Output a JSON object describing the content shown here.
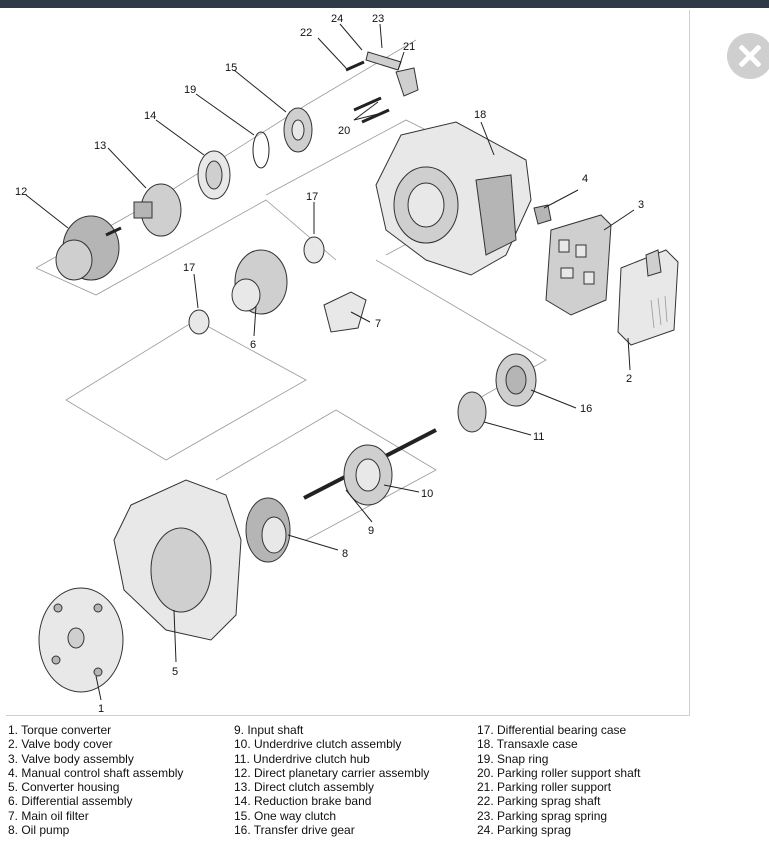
{
  "callouts": {
    "n1": "1",
    "n2": "2",
    "n3": "3",
    "n4": "4",
    "n5": "5",
    "n6": "6",
    "n7": "7",
    "n8": "8",
    "n9": "9",
    "n10": "10",
    "n11": "11",
    "n12": "12",
    "n13": "13",
    "n14": "14",
    "n15": "15",
    "n16": "16",
    "n17a": "17",
    "n17b": "17",
    "n18": "18",
    "n19": "19",
    "n20": "20",
    "n21": "21",
    "n22": "22",
    "n23": "23",
    "n24": "24"
  },
  "legend": {
    "col1": [
      "1. Torque converter",
      "2. Valve body cover",
      "3. Valve body assembly",
      "4. Manual control shaft assembly",
      "5. Converter housing",
      "6. Differential assembly",
      "7. Main oil filter",
      "8. Oil pump"
    ],
    "col2": [
      "9. Input shaft",
      "10. Underdrive clutch assembly",
      "11. Underdrive clutch hub",
      "12. Direct planetary carrier assembly",
      "13. Direct clutch assembly",
      "14. Reduction brake band",
      "15. One way clutch",
      "16. Transfer drive gear"
    ],
    "col3": [
      "17. Differential bearing case",
      "18. Transaxle case",
      "19. Snap ring",
      "20. Parking roller support shaft",
      "21. Parking roller support",
      "22. Parking sprag shaft",
      "23. Parking sprag spring",
      "24. Parking sprag"
    ]
  },
  "icons": {
    "close": "close-icon"
  }
}
